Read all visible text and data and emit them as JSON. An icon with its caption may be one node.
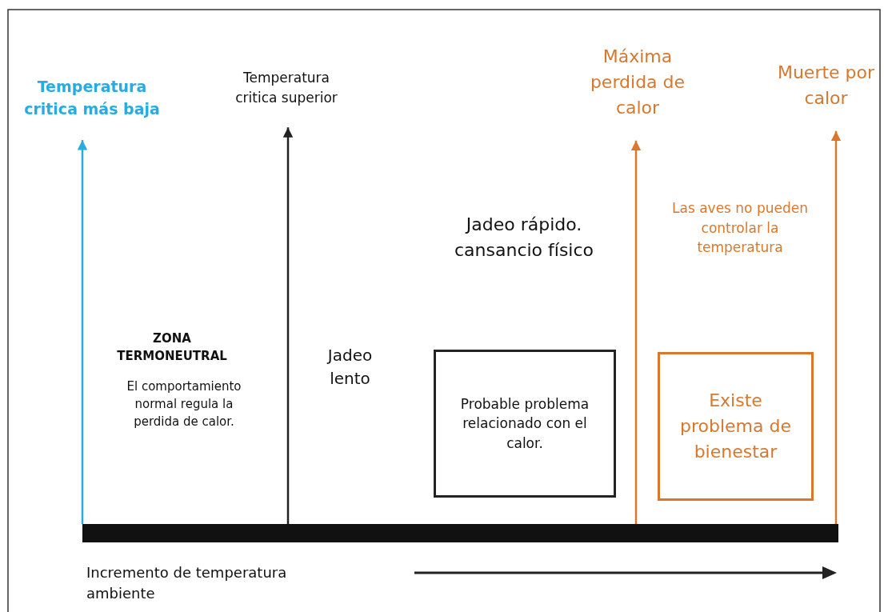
{
  "diagram": {
    "nodes": [
      {
        "text": [
          "Temperatura critica más baja"
        ]
      },
      {
        "text": [
          "Temperatura critica superior"
        ]
      },
      {
        "text": [
          "Máxima perdida de calor"
        ]
      },
      {
        "text": [
          "Muerte por calor"
        ]
      },
      {
        "text": [],
        "shape": "bar"
      },
      {
        "text": [
          "Probable problema relacionado con el calor."
        ]
      },
      {
        "text": [
          "Existe problema de bienestar"
        ]
      }
    ],
    "edges": [
      {
        "from": 4,
        "to": 0,
        "arrow": "to",
        "color": "#29abe2"
      },
      {
        "from": 4,
        "to": 1,
        "arrow": "to",
        "color": "#222222"
      },
      {
        "from": 4,
        "to": 2,
        "arrow": "to",
        "color": "#d9782d"
      },
      {
        "from": 4,
        "to": 3,
        "arrow": "to",
        "color": "#d9782d"
      }
    ],
    "labels": [
      "ZONA TERMONEUTRAL",
      "El comportamiento normal regula la perdida de calor.",
      "Jadeo lento",
      "Jadeo rápido. cansancio físico",
      "Las aves no pueden controlar la temperatura",
      "Incremento de temperatura ambiente"
    ]
  }
}
